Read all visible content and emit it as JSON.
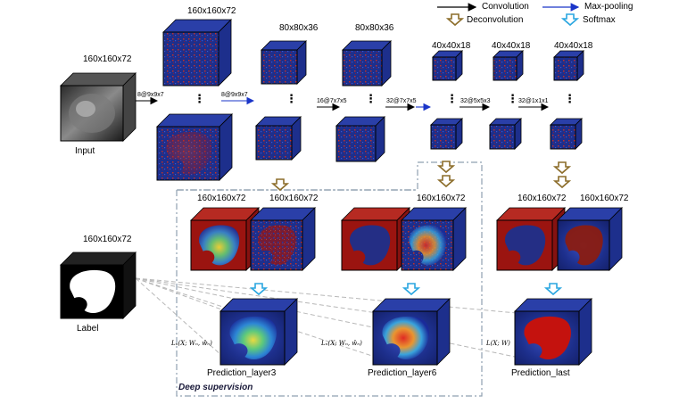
{
  "legend": {
    "convolution": "Convolution",
    "deconvolution": "Deconvolution",
    "max_pooling": "Max-pooling",
    "softmax": "Softmax"
  },
  "labels": {
    "input": "Input",
    "label": "Label",
    "input_size": "160x160x72",
    "label_size": "160x160x72",
    "layer1_size": "160x160x72",
    "layer2_size": "80x80x36",
    "layer3_size": "80x80x36",
    "layer4_size": "40x40x18",
    "layer5_size": "40x40x18",
    "layer6_size": "40x40x18",
    "deconv3_size_a": "160x160x72",
    "deconv3_size_b": "160x160x72",
    "deconv6_size": "160x160x72",
    "deconvlast_size_a": "160x160x72",
    "deconvlast_size_b": "160x160x72",
    "k1": "8@9x9x7",
    "k2": "8@9x9x7",
    "k3": "16@7x7x5",
    "k4": "32@7x7x5",
    "k5": "32@5x5x3",
    "k6": "32@1x1x1",
    "pred3": "Prediction_layer3",
    "pred6": "Prediction_layer6",
    "predlast": "Prediction_last",
    "loss3": "Lₙ(X; Wₙ, ŵₙ)",
    "loss6": "Lₙ(X; Wₙ, ŵₙ)",
    "losslast": "L(X; W)",
    "deep_supervision": "Deep supervision",
    "dots": "⋮"
  },
  "colors": {
    "feature_blue": "#1d2f8c",
    "feature_red": "#9b1410",
    "conv_arrow": "#000000",
    "pool_arrow": "#1a35c8",
    "deconv_arrow": "#8c6d2a",
    "softmax_arrow": "#2aa6e0",
    "dashed_box": "#8fa0b0"
  }
}
